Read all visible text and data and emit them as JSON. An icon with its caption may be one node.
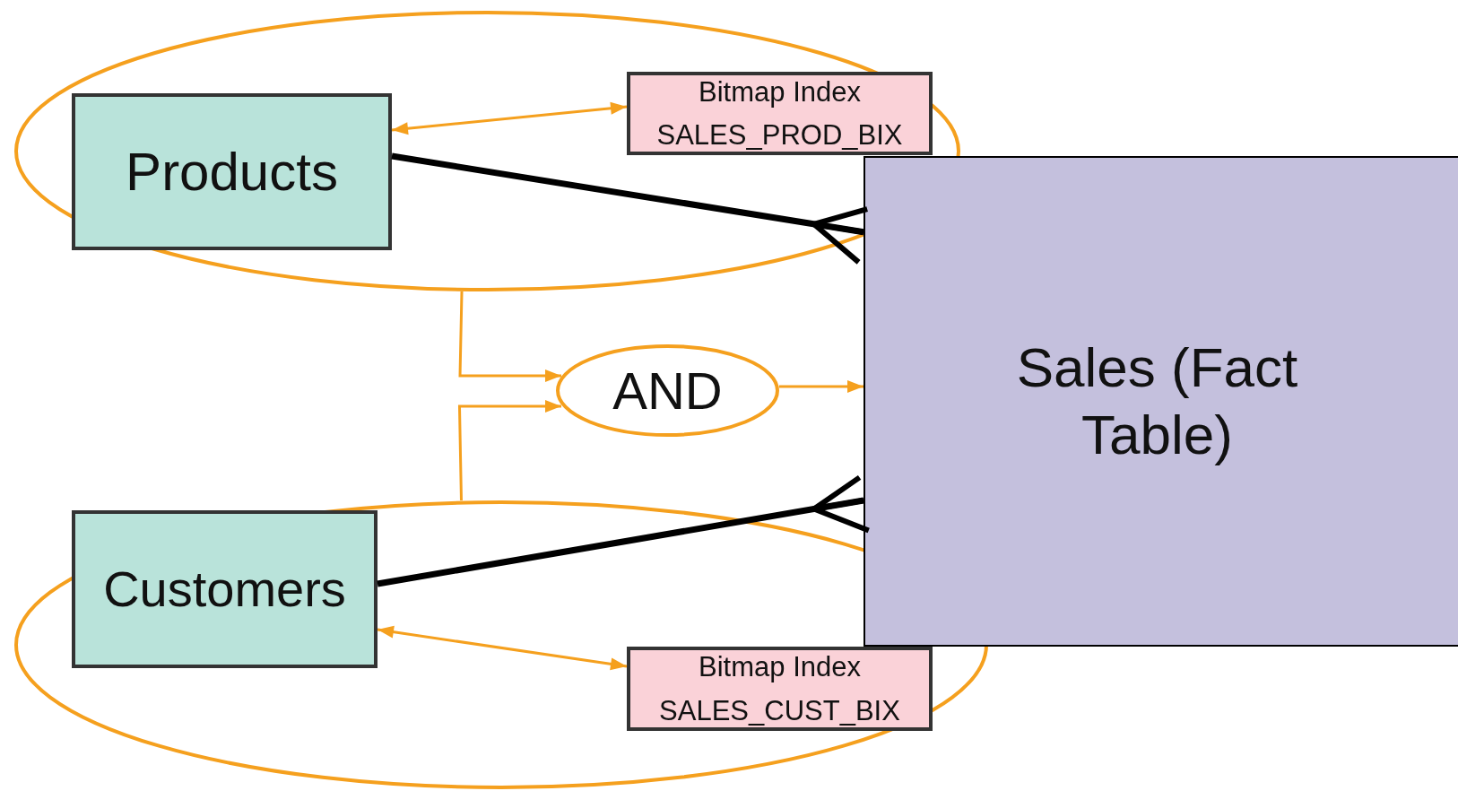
{
  "diagram": {
    "nodes": [
      {
        "text": [],
        "shape": "ellipse"
      },
      {
        "text": [
          "Products"
        ],
        "in": 0
      },
      {
        "text": [
          "Bitmap Index",
          "SALES_PROD_BIX"
        ],
        "in": 0
      },
      {
        "text": [
          "Sales (Fact Table)"
        ]
      },
      {
        "text": [
          "AND"
        ]
      },
      {
        "text": [],
        "shape": "ellipse"
      },
      {
        "text": [
          "Customers"
        ],
        "in": 5
      },
      {
        "text": [
          "Bitmap Index",
          "SALES_CUST_BIX"
        ],
        "in": 5
      }
    ],
    "edges": [
      {
        "from": 1,
        "to": 2,
        "arrow": "both"
      },
      {
        "from": 1,
        "to": 3,
        "arrow": "other",
        "style": "thick",
        "color": "#000000"
      },
      {
        "from": 0,
        "to": 4,
        "arrow": "to"
      },
      {
        "from": 5,
        "to": 4,
        "arrow": "to"
      },
      {
        "from": 4,
        "to": 3,
        "arrow": "to"
      },
      {
        "from": 6,
        "to": 3,
        "arrow": "other",
        "style": "thick",
        "color": "#000000"
      },
      {
        "from": 6,
        "to": 7,
        "arrow": "both"
      }
    ]
  }
}
